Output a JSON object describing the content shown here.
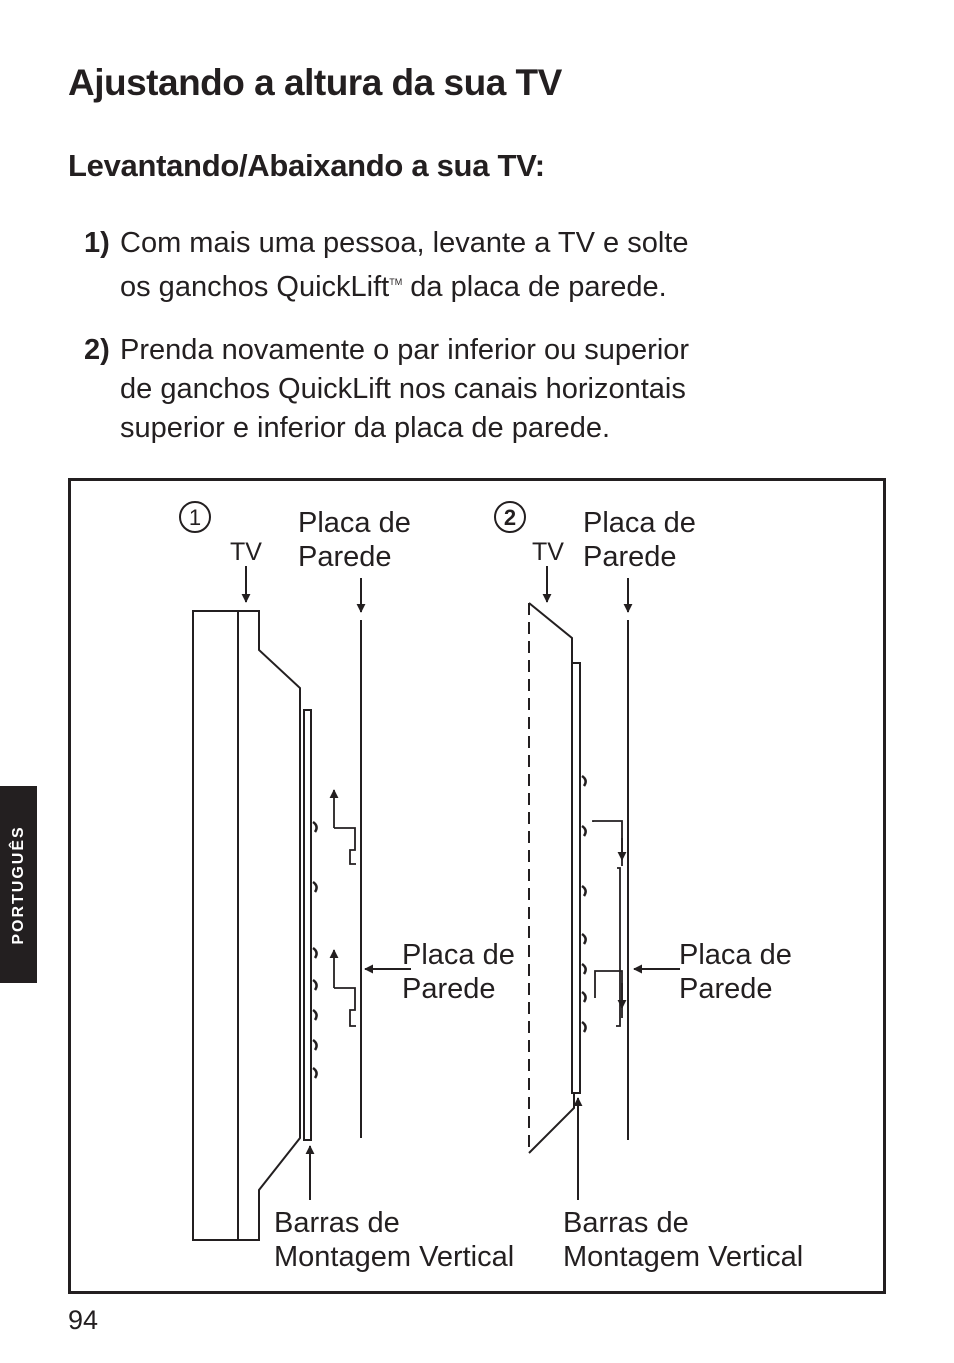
{
  "title": "Ajustando a altura da sua TV",
  "subtitle": "Levantando/Abaixando a sua TV:",
  "steps": [
    {
      "number": "1)",
      "line1": "Com mais uma pessoa, levante a TV e solte",
      "line2a": "os ganchos QuickLift",
      "trademark": "TM",
      "line2b": " da placa de parede."
    },
    {
      "number": "2)",
      "line1": "Prenda novamente o par inferior ou superior",
      "line2": "de ganchos QuickLift nos canais horizontais",
      "line3": "superior e inferior da placa de parede."
    }
  ],
  "diagram": {
    "panels": [
      {
        "marker": "1",
        "tv_label": "TV",
        "plate_top": [
          "Placa de",
          "Parede"
        ],
        "plate_side": [
          "Placa de",
          "Parede"
        ],
        "bars": [
          "Barras de",
          "Montagem Vertical"
        ]
      },
      {
        "marker": "2",
        "tv_label": "TV",
        "plate_top": [
          "Placa de",
          "Parede"
        ],
        "plate_side": [
          "Placa de",
          "Parede"
        ],
        "bars": [
          "Barras de",
          "Montagem Vertical"
        ]
      }
    ]
  },
  "side_tab": "PORTUGUÊS",
  "page_number": "94"
}
